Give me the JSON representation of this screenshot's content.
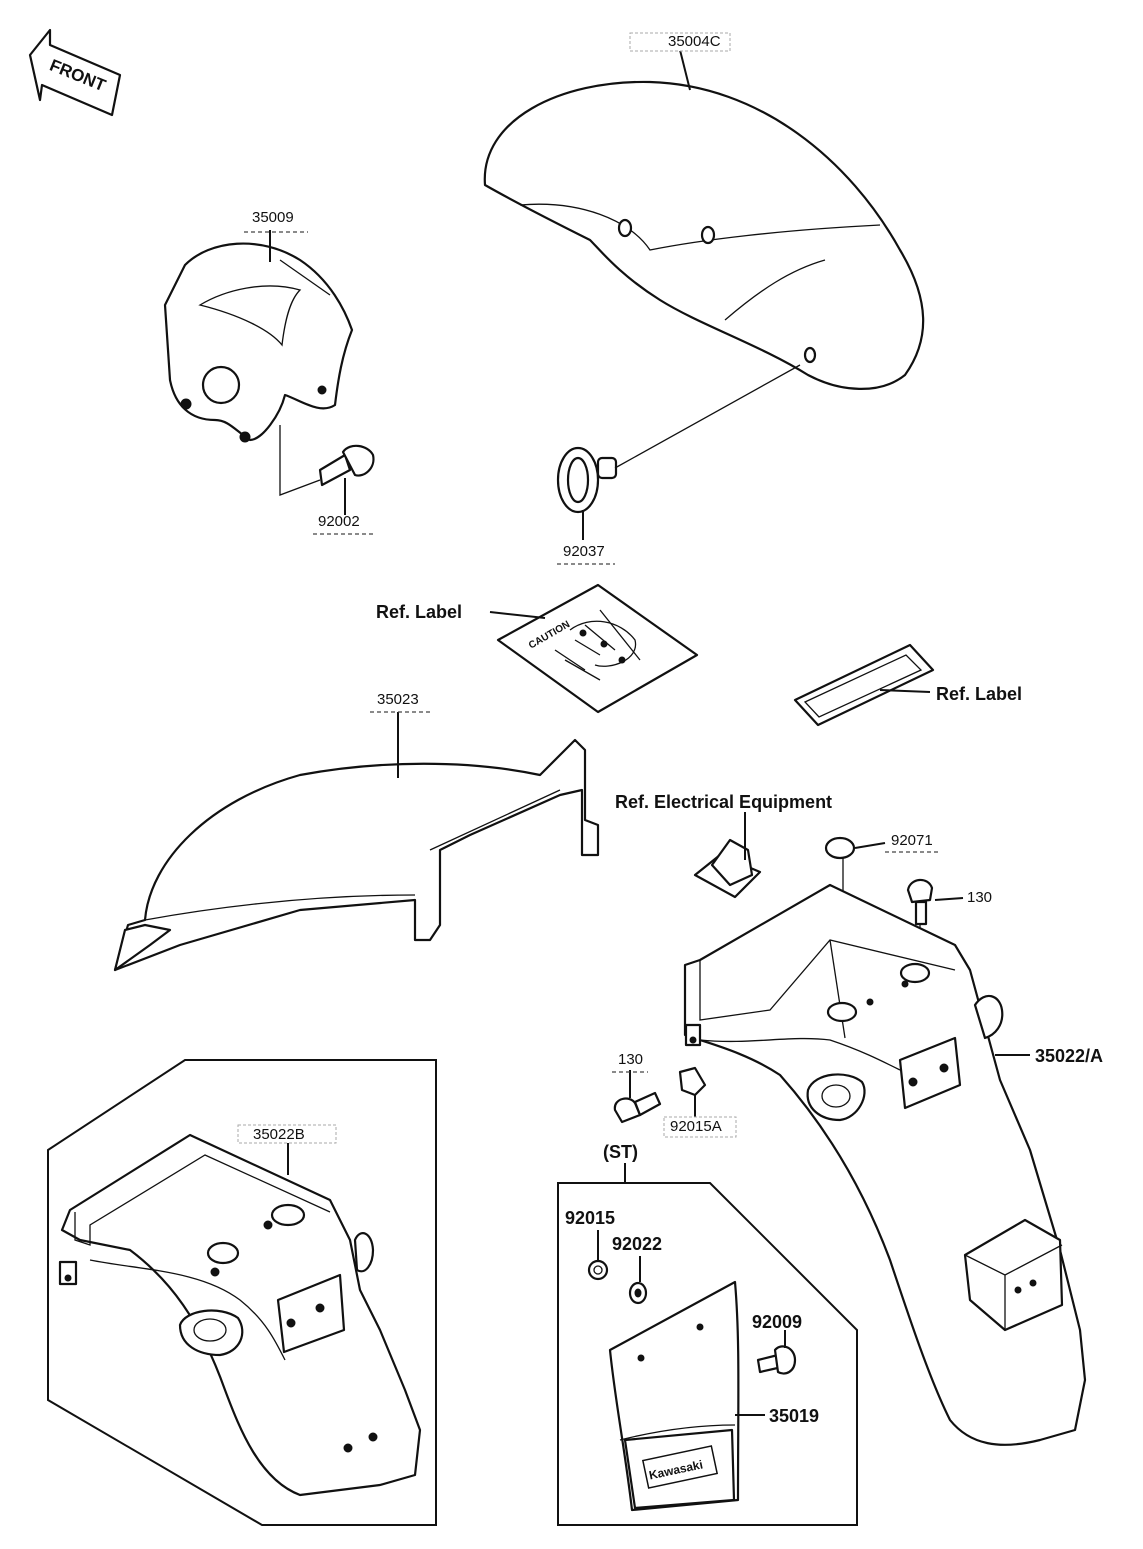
{
  "direction_label": "FRONT",
  "parts": {
    "front_fender": "35004C",
    "headlight_cover": "35009",
    "bolt_top": "92002",
    "grommet_front": "92037",
    "rear_fender_inner": "35023",
    "cap_92071": "92071",
    "bolt_130_right": "130",
    "rear_fender_main": "35022/A",
    "bolt_130_left": "130",
    "nut_92015A": "92015A",
    "rear_fender_alt": "35022B",
    "nut_92015": "92015",
    "washer_92022": "92022",
    "bolt_92009": "92009",
    "mud_flap": "35019"
  },
  "refs": {
    "label_caution": "Ref. Label",
    "label_strip": "Ref. Label",
    "electrical": "Ref. Electrical Equipment"
  },
  "group_label": "(ST)",
  "caution_sticker_text": "CAUTION",
  "flap_brand": "Kawasaki"
}
